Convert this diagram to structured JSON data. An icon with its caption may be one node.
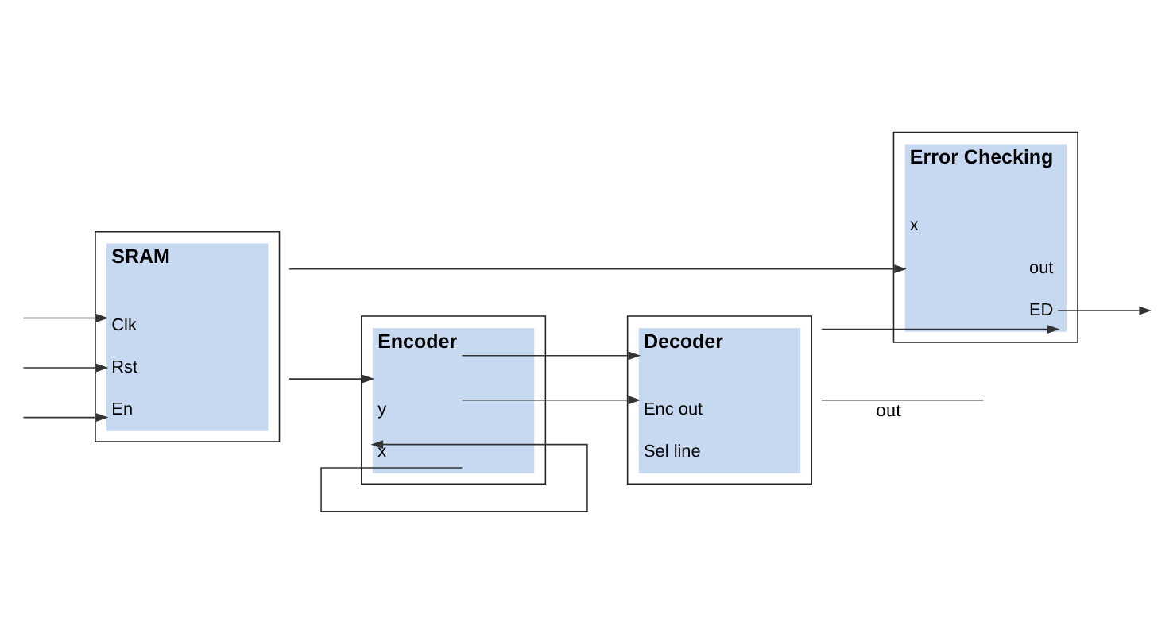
{
  "diagram": {
    "nodes": [
      {
        "text": [
          "SRAM",
          "Clk",
          "Rst",
          "En"
        ]
      },
      {
        "text": [
          "Encoder",
          "y",
          "x"
        ]
      },
      {
        "text": [
          "Decoder",
          "Enc out",
          "Sel line"
        ]
      },
      {
        "text": [
          "Error Checking",
          "x",
          "out",
          "ED"
        ]
      }
    ],
    "edges": [
      {
        "from": null,
        "to": 0,
        "arrow": "to"
      },
      {
        "from": null,
        "to": 0,
        "arrow": "to"
      },
      {
        "from": null,
        "to": 0,
        "arrow": "to"
      },
      {
        "from": 0,
        "to": 1,
        "arrow": "to"
      },
      {
        "from": 0,
        "to": 3,
        "arrow": "to"
      },
      {
        "from": 1,
        "to": 2,
        "arrow": "to"
      },
      {
        "from": 1,
        "to": 2,
        "arrow": "to"
      },
      {
        "from": 1,
        "to": 1,
        "arrow": "to"
      },
      {
        "from": 2,
        "to": null,
        "arrow": "none",
        "label": "out"
      },
      {
        "from": 2,
        "to": 3,
        "arrow": "to"
      },
      {
        "from": 3,
        "to": null,
        "arrow": "to"
      }
    ]
  }
}
